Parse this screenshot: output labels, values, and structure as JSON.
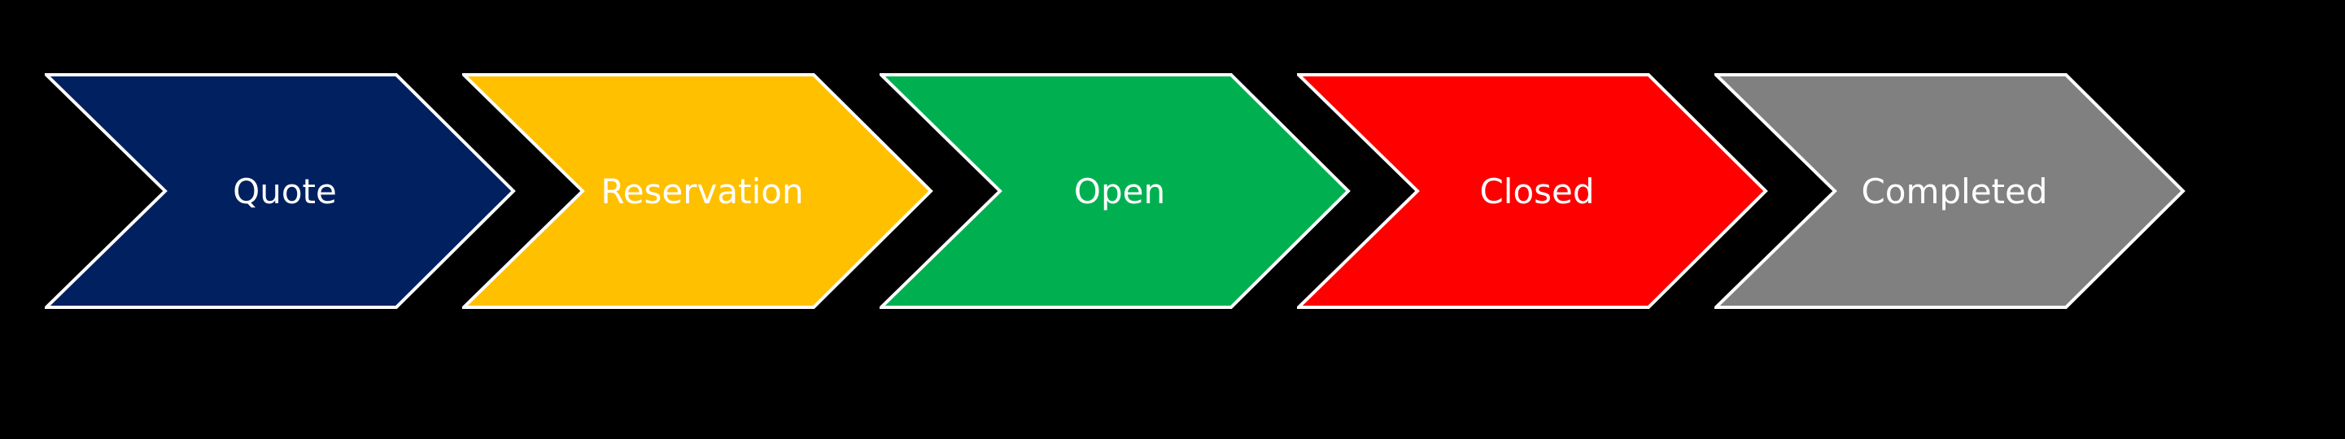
{
  "diagram": {
    "type": "process-chevron-flow",
    "background": "#000000",
    "outline_color": "#ffffff",
    "steps": [
      {
        "label": "Quote",
        "color": "#002060"
      },
      {
        "label": "Reservation",
        "color": "#FFC000"
      },
      {
        "label": "Open",
        "color": "#00B050"
      },
      {
        "label": "Closed",
        "color": "#FF0000"
      },
      {
        "label": "Completed",
        "color": "#808080"
      }
    ]
  }
}
